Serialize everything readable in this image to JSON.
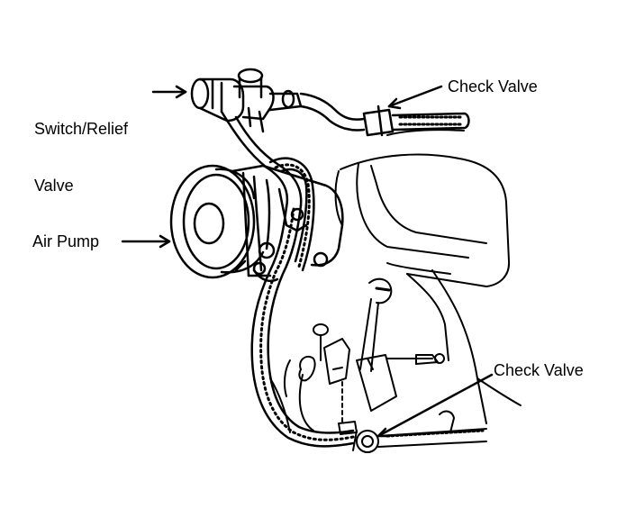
{
  "labels": {
    "switch_relief_valve_line1": "Switch/Relief",
    "switch_relief_valve_line2": "Valve",
    "check_valve_top": "Check Valve",
    "air_pump": "Air Pump",
    "check_valve_bottom": "Check Valve"
  },
  "colors": {
    "ink": "#000000",
    "paper": "#ffffff"
  }
}
